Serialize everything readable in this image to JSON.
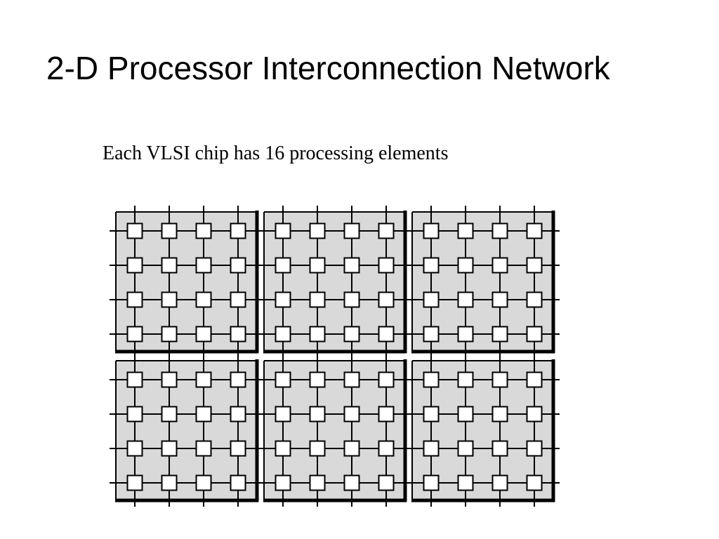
{
  "slide": {
    "title": "2-D Processor Interconnection Network",
    "caption": "Each VLSI chip has 16 processing elements"
  },
  "diagram": {
    "chip_rows": 2,
    "chip_cols": 3,
    "pe_rows_per_chip": 4,
    "pe_cols_per_chip": 4,
    "colors": {
      "chip_fill": "#d9d9d9",
      "line": "#000000",
      "pe_fill": "#ffffff"
    }
  }
}
